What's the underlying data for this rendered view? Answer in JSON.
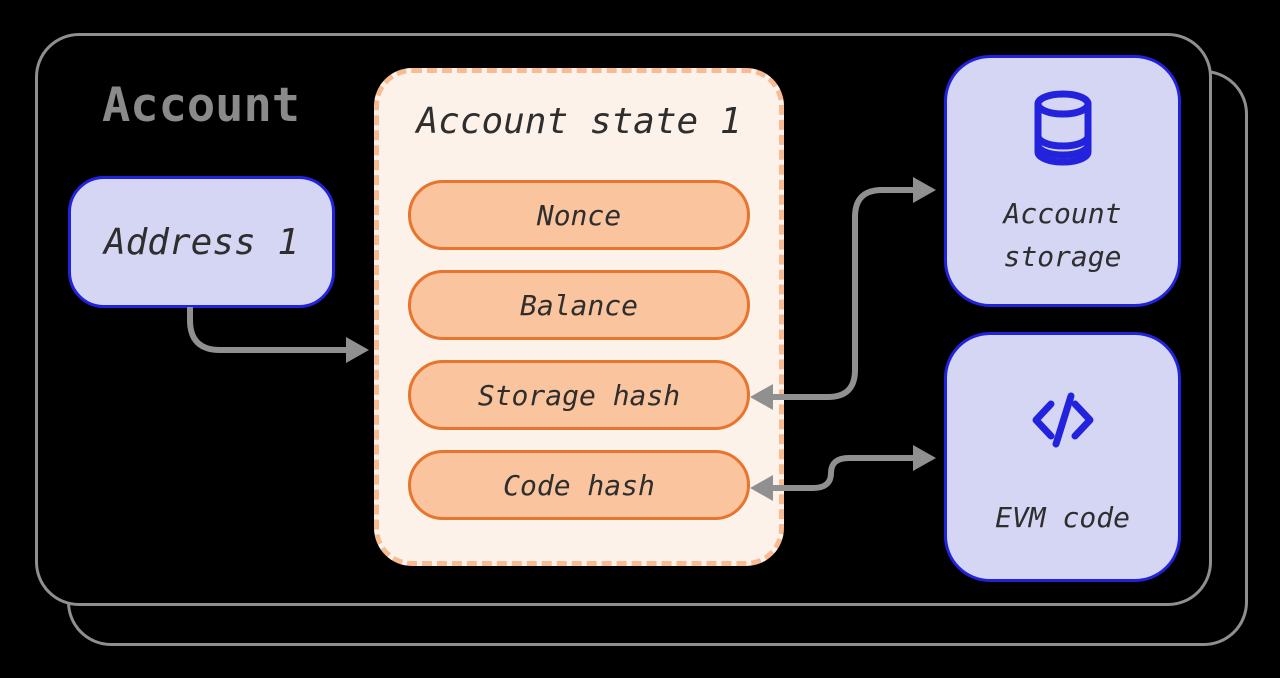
{
  "account": {
    "title": "Account",
    "address": {
      "label": "Address 1"
    },
    "state": {
      "title": "Account state 1",
      "fields": [
        "Nonce",
        "Balance",
        "Storage hash",
        "Code hash"
      ]
    },
    "storage": {
      "line1": "Account",
      "line2": "storage",
      "icon": "database-icon"
    },
    "evm": {
      "label": "EVM code",
      "icon": "code-icon"
    }
  },
  "connectors": [
    {
      "from": "address-box",
      "to": "account-state-panel",
      "style": "single-head"
    },
    {
      "from": "storage-hash-field",
      "to": "account-storage-box",
      "style": "double-head"
    },
    {
      "from": "code-hash-field",
      "to": "evm-code-box",
      "style": "double-head"
    }
  ],
  "colors": {
    "background": "#000000",
    "outline_gray": "#8f8f8f",
    "heading_gray": "#8a8a8a",
    "lavender_fill": "#d5d5f4",
    "blue_accent": "#2222dd",
    "panel_fill": "#fdf2e9",
    "panel_dash": "#f8bc95",
    "pill_fill": "#f9c49e",
    "pill_border": "#e8742d",
    "text_dark": "#2e2e2e",
    "arrow_gray": "#909090"
  }
}
